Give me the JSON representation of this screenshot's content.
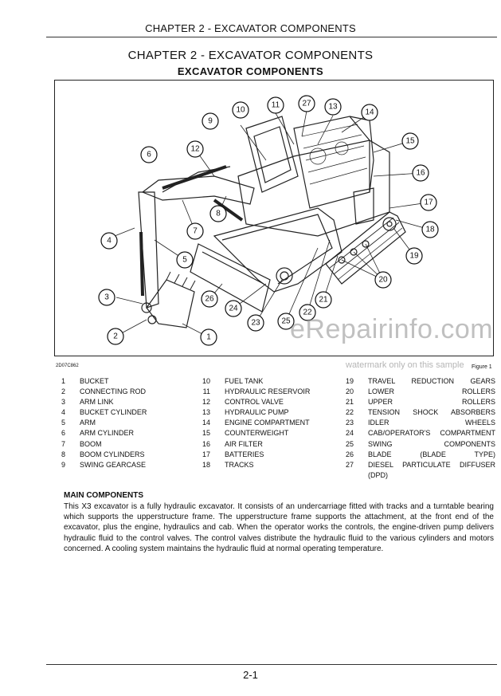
{
  "header": {
    "title": "CHAPTER 2 - EXCAVATOR COMPONENTS"
  },
  "chapter_title": "CHAPTER 2 - EXCAVATOR COMPONENTS",
  "section_title": "EXCAVATOR COMPONENTS",
  "figure": {
    "code": "2D07C862",
    "label": "Figure 1",
    "callouts": [
      "1",
      "2",
      "3",
      "4",
      "5",
      "6",
      "7",
      "8",
      "9",
      "10",
      "11",
      "12",
      "13",
      "14",
      "15",
      "16",
      "17",
      "18",
      "19",
      "20",
      "21",
      "22",
      "23",
      "24",
      "25",
      "26",
      "27"
    ]
  },
  "watermark": {
    "main": "eRepairinfo.com",
    "sub": "watermark only on this sample"
  },
  "legend": {
    "col1": [
      {
        "num": "1",
        "label": "BUCKET"
      },
      {
        "num": "2",
        "label": "CONNECTING ROD"
      },
      {
        "num": "3",
        "label": "ARM LINK"
      },
      {
        "num": "4",
        "label": "BUCKET CYLINDER"
      },
      {
        "num": "5",
        "label": "ARM"
      },
      {
        "num": "6",
        "label": "ARM CYLINDER"
      },
      {
        "num": "7",
        "label": "BOOM"
      },
      {
        "num": "8",
        "label": "BOOM CYLINDERS"
      },
      {
        "num": "9",
        "label": "SWING GEARCASE"
      }
    ],
    "col2": [
      {
        "num": "10",
        "label": "FUEL TANK"
      },
      {
        "num": "11",
        "label": "HYDRAULIC RESERVOIR"
      },
      {
        "num": "12",
        "label": "CONTROL VALVE"
      },
      {
        "num": "13",
        "label": "HYDRAULIC PUMP"
      },
      {
        "num": "14",
        "label": "ENGINE COMPARTMENT"
      },
      {
        "num": "15",
        "label": "COUNTERWEIGHT"
      },
      {
        "num": "16",
        "label": "AIR FILTER"
      },
      {
        "num": "17",
        "label": "BATTERIES"
      },
      {
        "num": "18",
        "label": "TRACKS"
      }
    ],
    "col3": [
      {
        "num": "19",
        "label": "TRAVEL REDUCTION GEARS"
      },
      {
        "num": "20",
        "label": "LOWER ROLLERS"
      },
      {
        "num": "21",
        "label": "UPPER ROLLERS"
      },
      {
        "num": "22",
        "label": "TENSION SHOCK ABSORBERS"
      },
      {
        "num": "23",
        "label": "IDLER WHEELS"
      },
      {
        "num": "24",
        "label": "CAB/OPERATOR'S COMPARTMENT"
      },
      {
        "num": "25",
        "label": "SWING COMPONENTS"
      },
      {
        "num": "26",
        "label": "BLADE (BLADE TYPE)"
      },
      {
        "num": "27",
        "label": "DIESEL PARTICULATE DIFFUSER",
        "label2": "(DPD)"
      }
    ]
  },
  "main": {
    "heading": "MAIN COMPONENTS",
    "body": "This X3 excavator is a fully hydraulic excavator. It consists of an undercarriage fitted with tracks and a turntable bearing which supports the upperstructure frame. The upperstructure frame supports the attachment, at the front end of the excavator, plus the engine, hydraulics and cab. When the operator works the controls, the engine-driven pump delivers hydraulic fluid to the control valves. The control valves distribute the hydraulic fluid to the various cylinders and motors concerned. A cooling system maintains the hydraulic fluid at normal operating temperature."
  },
  "footer": {
    "page": "2-1"
  }
}
